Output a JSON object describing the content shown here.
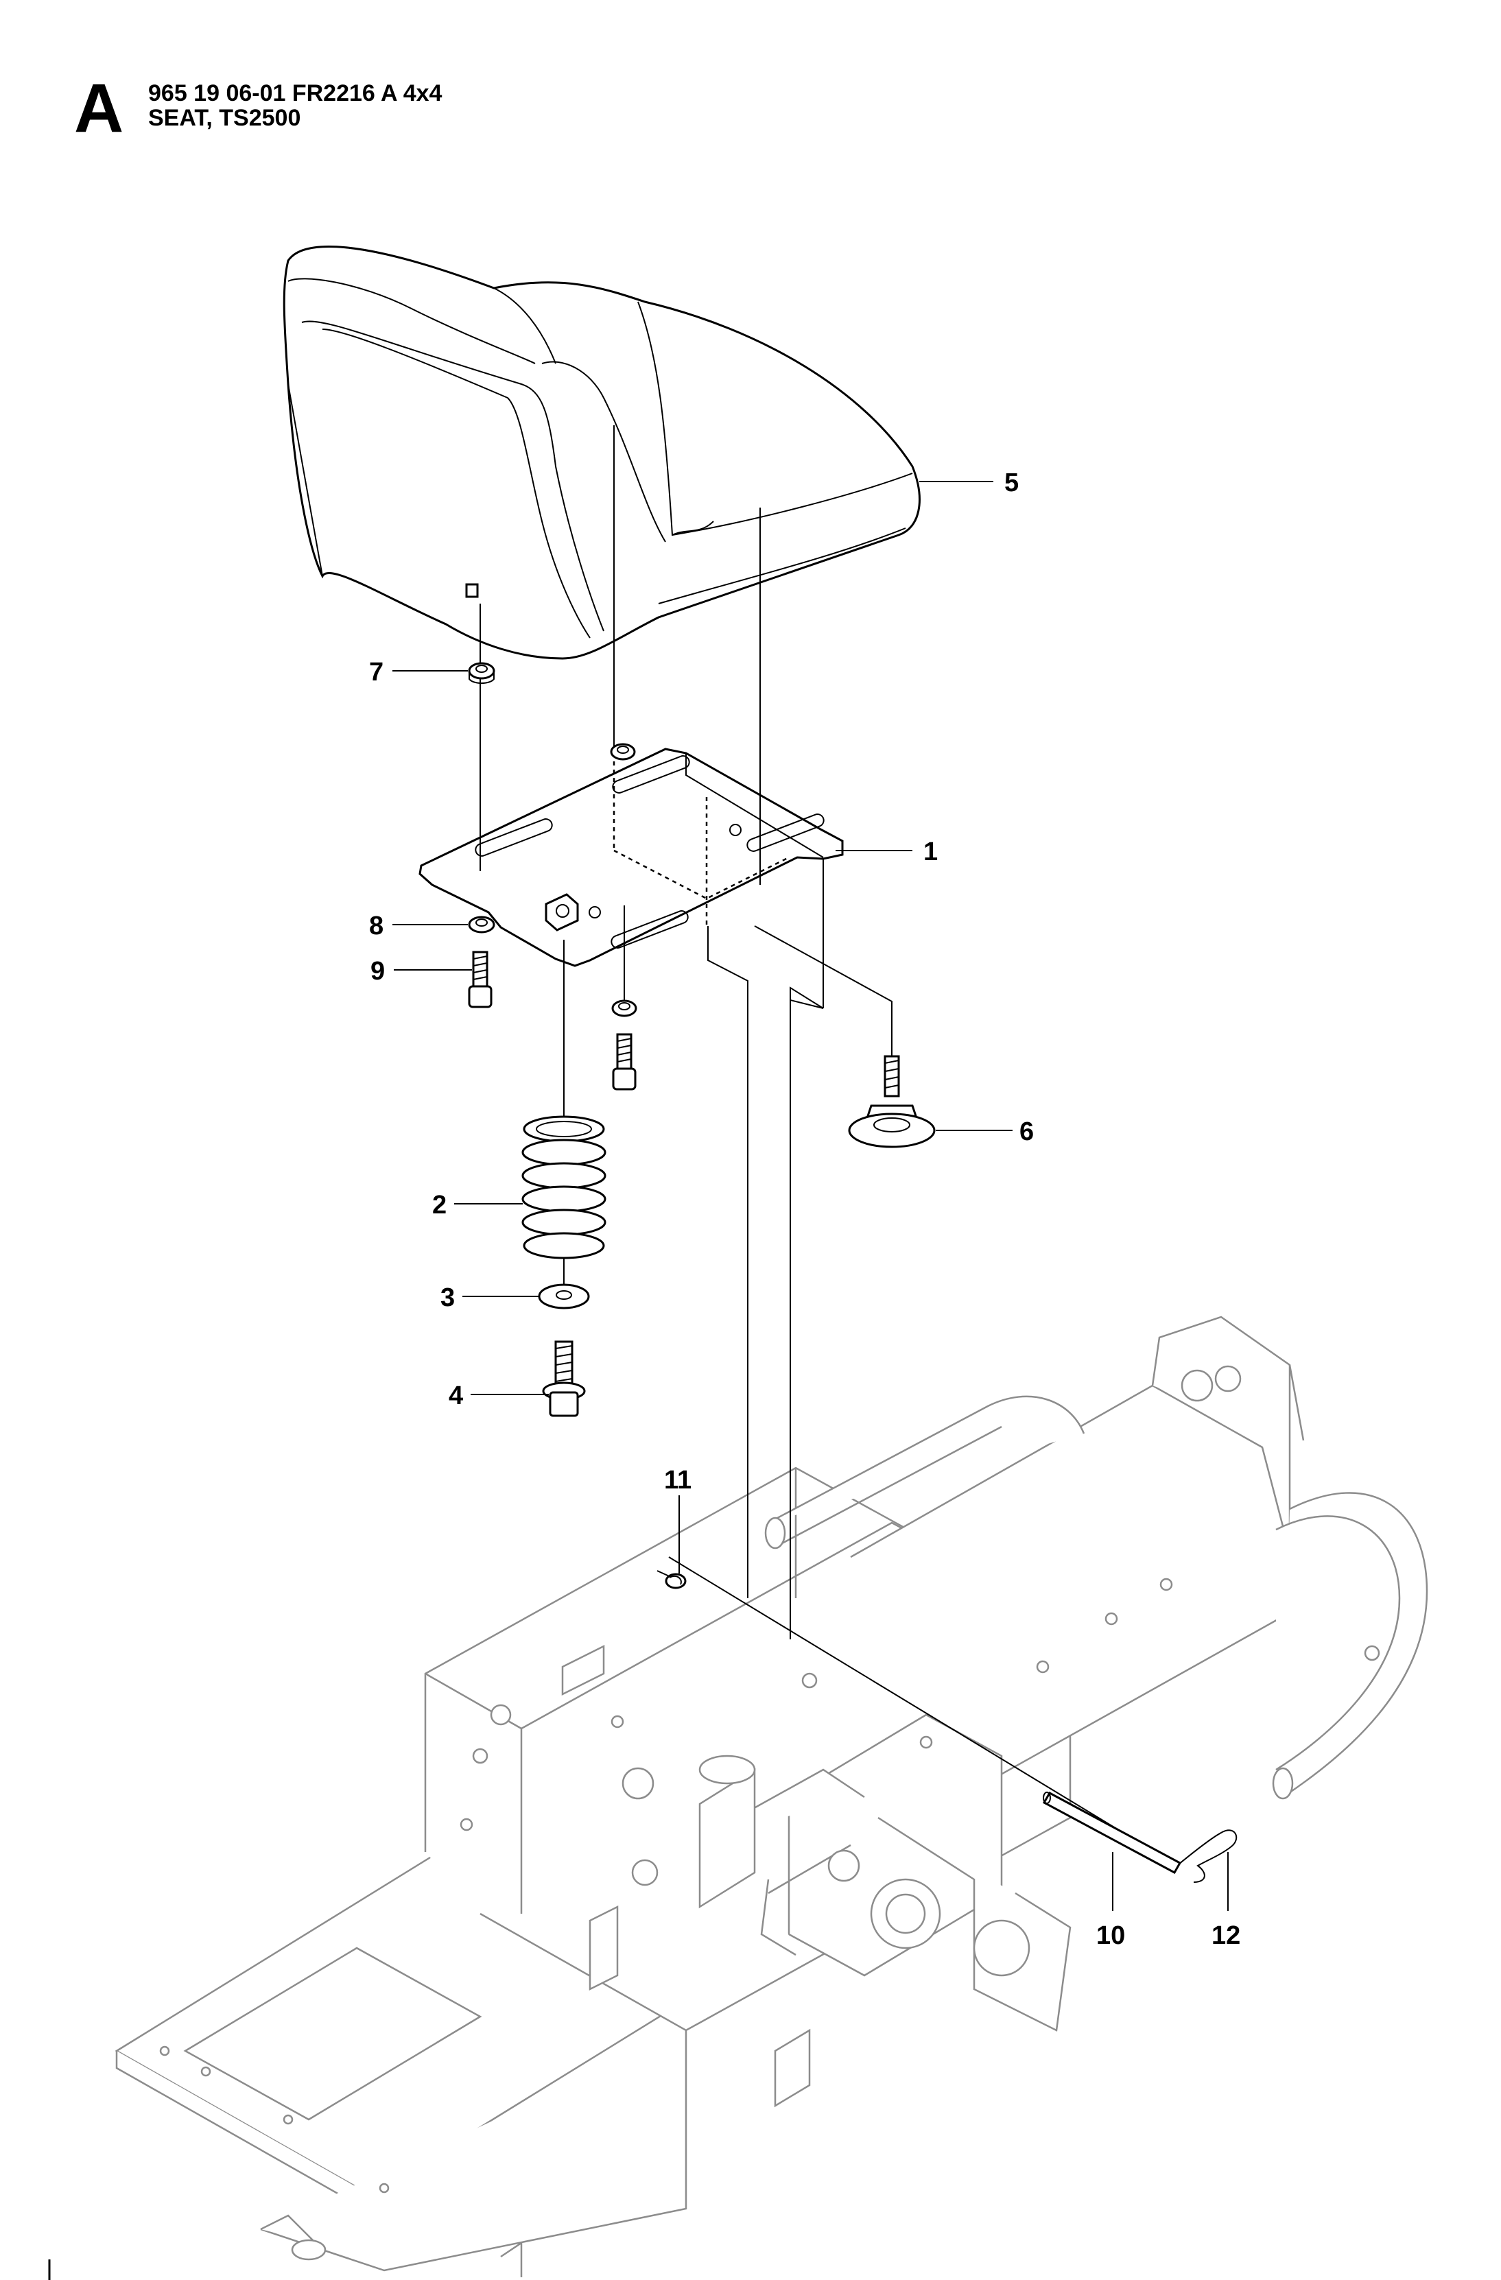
{
  "header": {
    "section_letter": "A",
    "part_number_line": "965 19 06-01 FR2216 A 4x4",
    "title_line": "SEAT, TS2500"
  },
  "callouts": [
    "1",
    "2",
    "3",
    "4",
    "5",
    "6",
    "7",
    "8",
    "9",
    "10",
    "11",
    "12"
  ]
}
